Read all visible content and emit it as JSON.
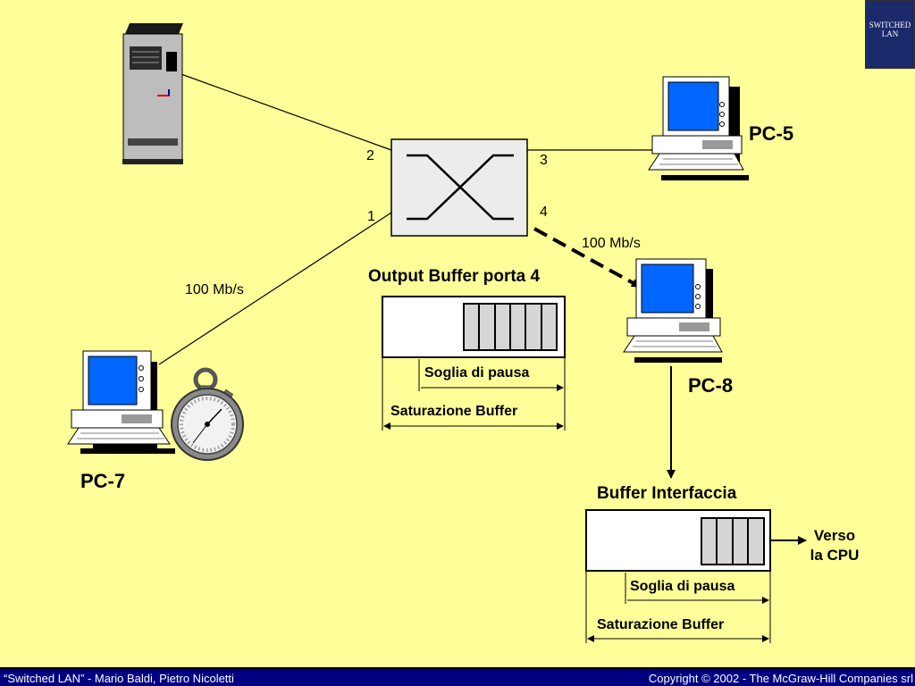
{
  "switch_ports": {
    "p1": "1",
    "p2": "2",
    "p3": "3",
    "p4": "4"
  },
  "links": {
    "speed_pc7": "100 Mb/s",
    "speed_pc8": "100 Mb/s"
  },
  "pcs": {
    "pc5": "PC-5",
    "pc7": "PC-7",
    "pc8": "PC-8"
  },
  "output_buffer": {
    "title": "Output Buffer porta 4",
    "threshold_label": "Soglia di pausa",
    "saturation_label": "Saturazione Buffer"
  },
  "interface_buffer": {
    "title": "Buffer Interfaccia",
    "threshold_label": "Soglia di pausa",
    "saturation_label": "Saturazione Buffer",
    "destination_line1": "Verso",
    "destination_line2": "la CPU"
  },
  "book_cover": {
    "title_line1": "SWITCHED",
    "title_line2": "LAN"
  },
  "footer": {
    "left": "“Switched LAN” - Mario Baldi, Pietro Nicoletti",
    "right": "Copyright © 2002 - The McGraw-Hill Companies srl"
  },
  "colors": {
    "background": "#FFFF99",
    "footer": "#000080",
    "screen": "#0066FF"
  }
}
